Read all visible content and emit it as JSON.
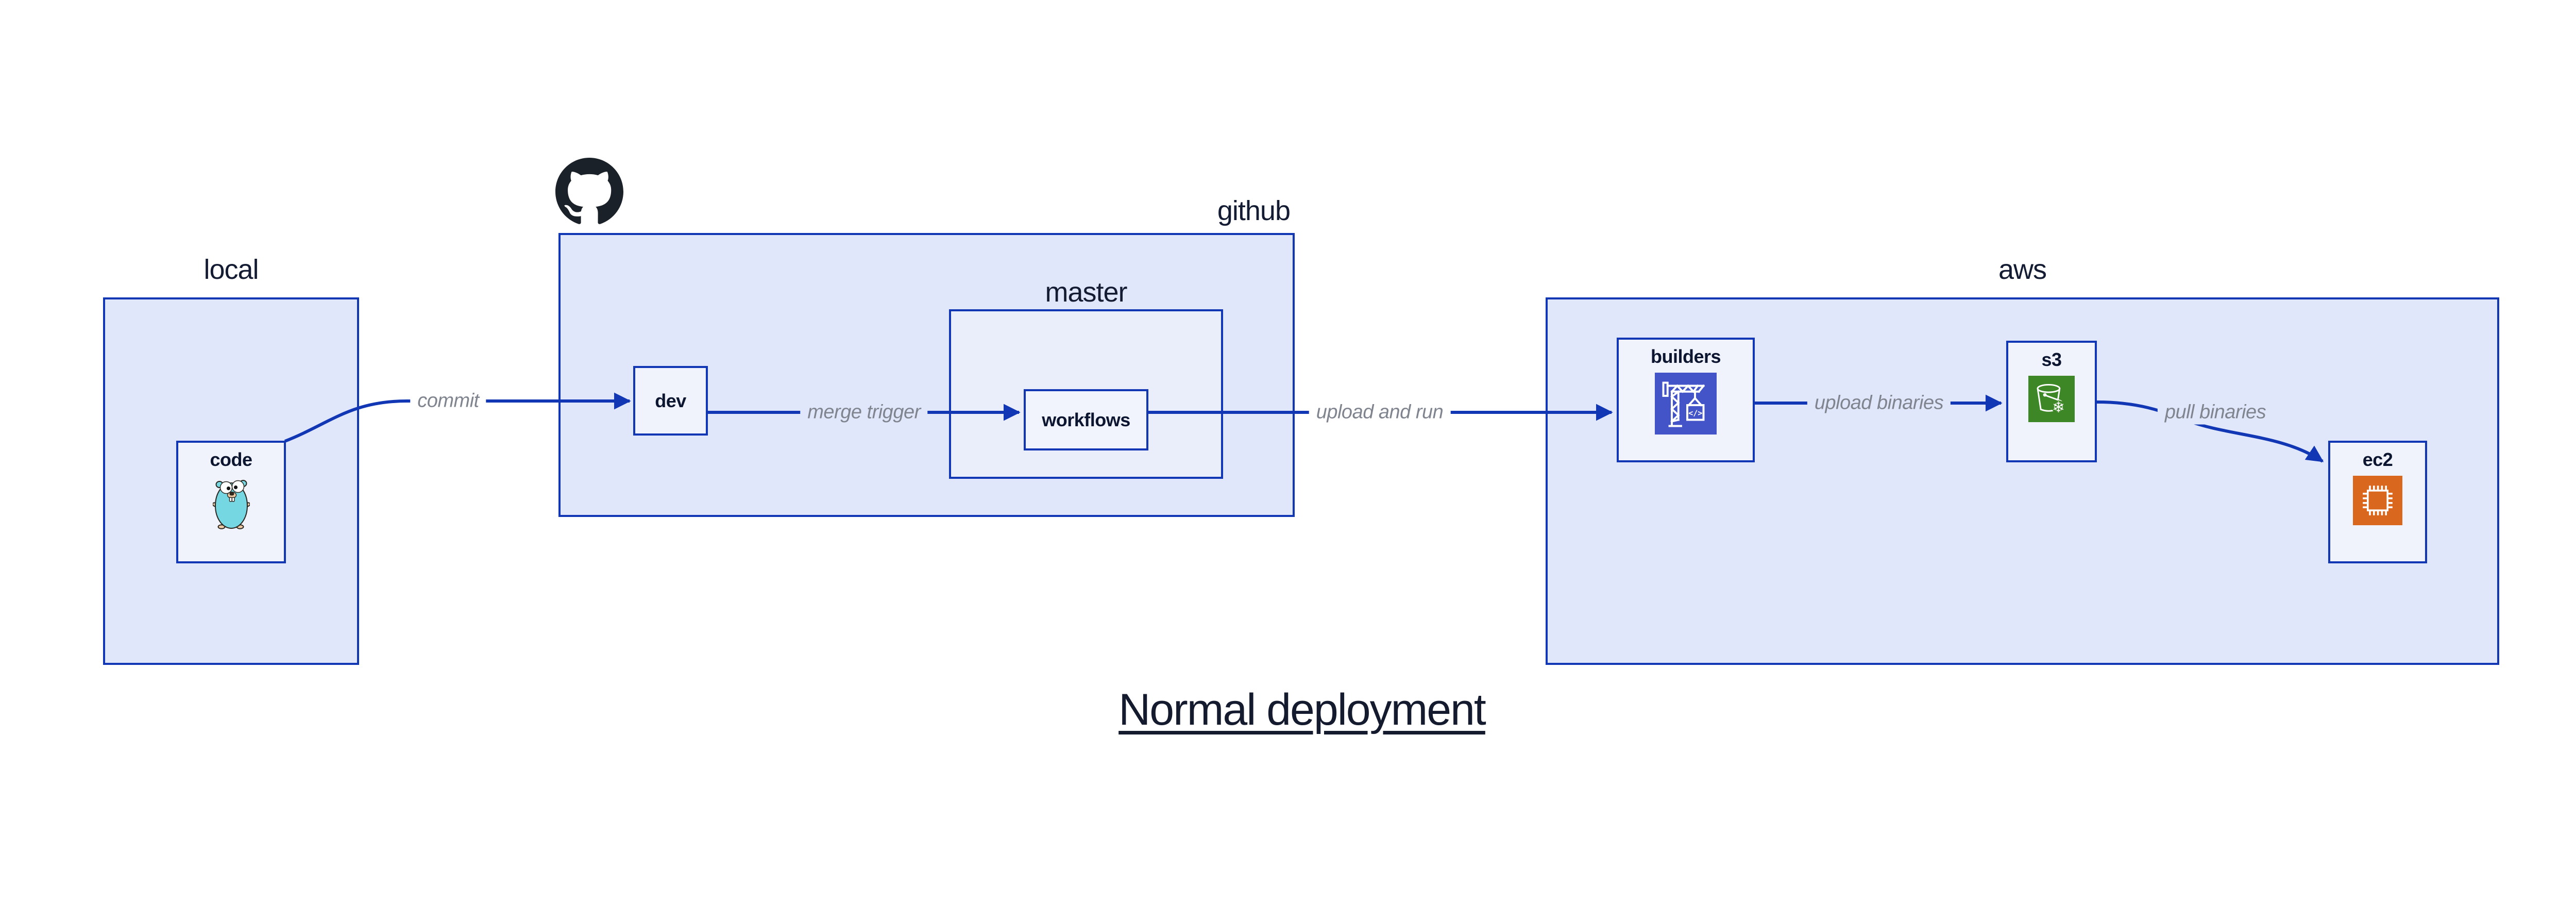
{
  "title": "Normal deployment",
  "groups": {
    "local": {
      "label": "local",
      "code_node": {
        "label": "code",
        "icon": "go-gopher-icon"
      }
    },
    "github": {
      "label": "github",
      "logo_icon": "github-octocat-icon",
      "dev_node": {
        "label": "dev"
      },
      "master": {
        "label": "master",
        "workflows_node": {
          "label": "workflows"
        }
      }
    },
    "aws": {
      "label": "aws",
      "builders_node": {
        "label": "builders",
        "icon": "codebuild-crane-icon",
        "color": "#4353c8"
      },
      "s3_node": {
        "label": "s3",
        "icon": "s3-glacier-bucket-icon",
        "color": "#3e8727"
      },
      "ec2_node": {
        "label": "ec2",
        "icon": "ec2-chip-icon",
        "color": "#d9671d"
      }
    }
  },
  "edges": {
    "commit": {
      "label": "commit"
    },
    "merge_trigger": {
      "label": "merge trigger"
    },
    "upload_and_run": {
      "label": "upload and run"
    },
    "upload_binaries": {
      "label": "upload binaries"
    },
    "pull_binaries": {
      "label": "pull binaries"
    }
  },
  "colors": {
    "background": "#ffffff",
    "group_fill": "#e1e7fa",
    "master_fill": "#eaeefb",
    "node_fill": "#f0f3fc",
    "border_and_arrows": "#1137b4",
    "heading_text": "#141c33",
    "edge_label_text": "#7f848f",
    "codebuild_bg": "#4353c8",
    "s3_bg": "#3e8727",
    "ec2_bg": "#d9671d",
    "gopher_body": "#74d7e2",
    "octocat": "#1b2129"
  }
}
